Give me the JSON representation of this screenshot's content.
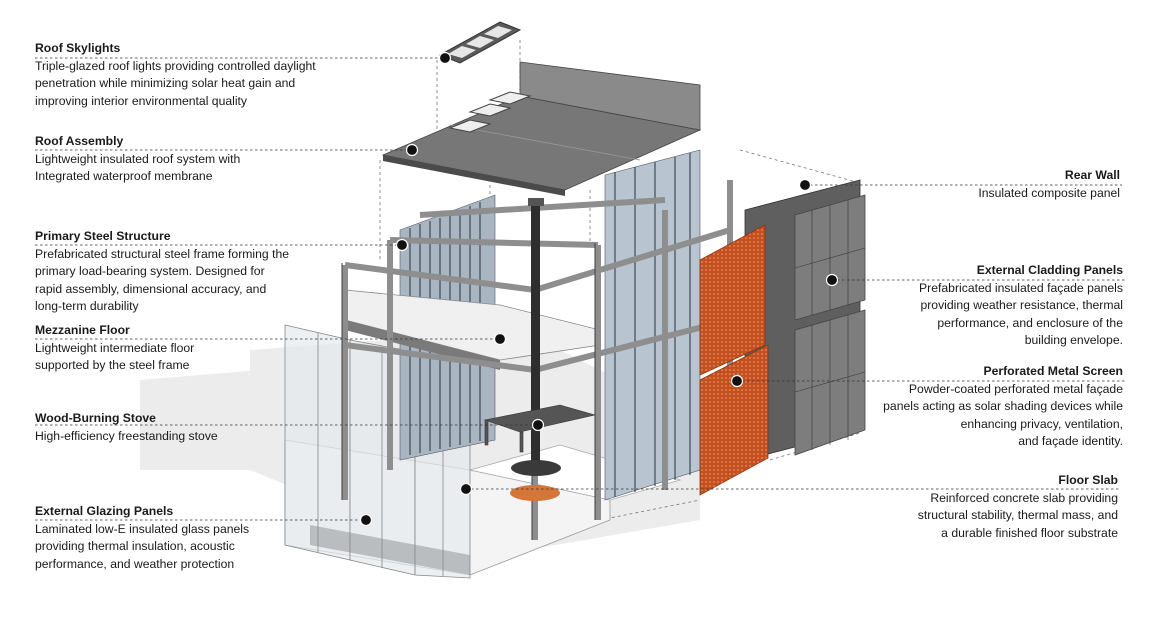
{
  "colors": {
    "roof": "#6f6f6f",
    "roof_top": "#8c8c8c",
    "steel": "#9a9a9a",
    "steel_dark": "#5a5a5a",
    "glass": "#dfe6ea",
    "cladding": "#6b6b6b",
    "perforated": "#c9501d",
    "stove_rug": "#d4753a",
    "leader": "#333333",
    "dot": "#111111"
  },
  "callouts": [
    {
      "title": "Roof Skylights",
      "description": "Triple-glazed roof lights providing controlled daylight\npenetration while minimizing solar heat gain and\nimproving interior environmental quality",
      "side": "left"
    },
    {
      "title": "Roof Assembly",
      "description": "Lightweight insulated roof system with\nIntegrated waterproof membrane",
      "side": "left"
    },
    {
      "title": "Primary Steel Structure",
      "description": "Prefabricated structural steel frame forming the\nprimary load-bearing system. Designed for\nrapid assembly, dimensional accuracy, and\nlong-term durability",
      "side": "left"
    },
    {
      "title": "Mezzanine Floor",
      "description": "Lightweight intermediate floor\nsupported by the steel frame",
      "side": "left"
    },
    {
      "title": "Wood-Burning Stove",
      "description": "High-efficiency freestanding stove",
      "side": "left"
    },
    {
      "title": "External Glazing Panels",
      "description": "Laminated low-E insulated glass panels\nproviding thermal insulation, acoustic\nperformance, and weather protection",
      "side": "left"
    },
    {
      "title": "Rear Wall",
      "description": "Insulated composite panel",
      "side": "right"
    },
    {
      "title": "External Cladding Panels",
      "description": "Prefabricated insulated façade panels\nproviding weather resistance, thermal\nperformance, and enclosure of the\nbuilding envelope.",
      "side": "right"
    },
    {
      "title": "Perforated Metal Screen",
      "description": "Powder-coated perforated metal façade\npanels acting as solar shading devices while\nenhancing privacy, ventilation,\nand façade identity.",
      "side": "right"
    },
    {
      "title": "Floor Slab",
      "description": "Reinforced concrete slab providing\nstructural stability, thermal mass, and\na durable finished floor substrate",
      "side": "right"
    }
  ]
}
